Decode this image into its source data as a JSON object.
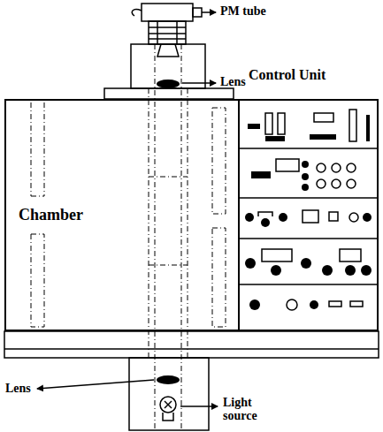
{
  "diagram": {
    "nodes": [
      {
        "text": [
          "Chamber"
        ]
      },
      {
        "text": [
          "Control Unit"
        ]
      }
    ],
    "labels": [
      "PM tube",
      "Lens",
      "Lens",
      "Light source"
    ]
  }
}
